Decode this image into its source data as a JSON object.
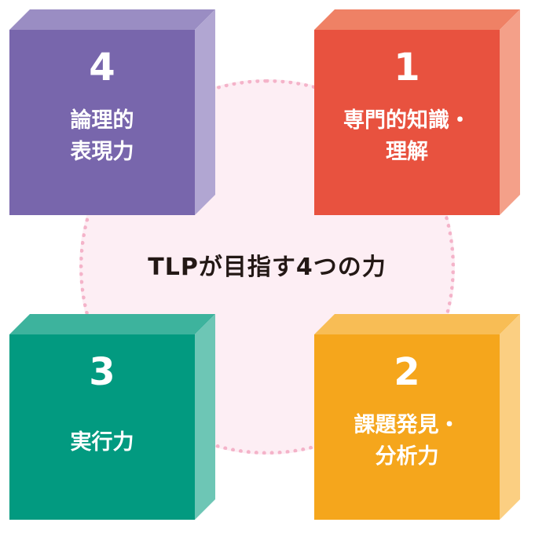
{
  "center_title": "TLPが目指す4つの力",
  "blocks": [
    {
      "number": "4",
      "label": "論理的\n表現力",
      "colors": {
        "front": "#7866ac",
        "top": "#9a8dc3",
        "side": "#b1a6d2"
      }
    },
    {
      "number": "1",
      "label": "専門的知識・\n理解",
      "colors": {
        "front": "#e8523f",
        "top": "#ef8165",
        "side": "#f4a089"
      }
    },
    {
      "number": "3",
      "label": "実行力",
      "colors": {
        "front": "#029a80",
        "top": "#3db39d",
        "side": "#6dc6b5"
      }
    },
    {
      "number": "2",
      "label": "課題発見・\n分析力",
      "colors": {
        "front": "#f5a61c",
        "top": "#f8bd55",
        "side": "#fbcf82"
      }
    }
  ]
}
